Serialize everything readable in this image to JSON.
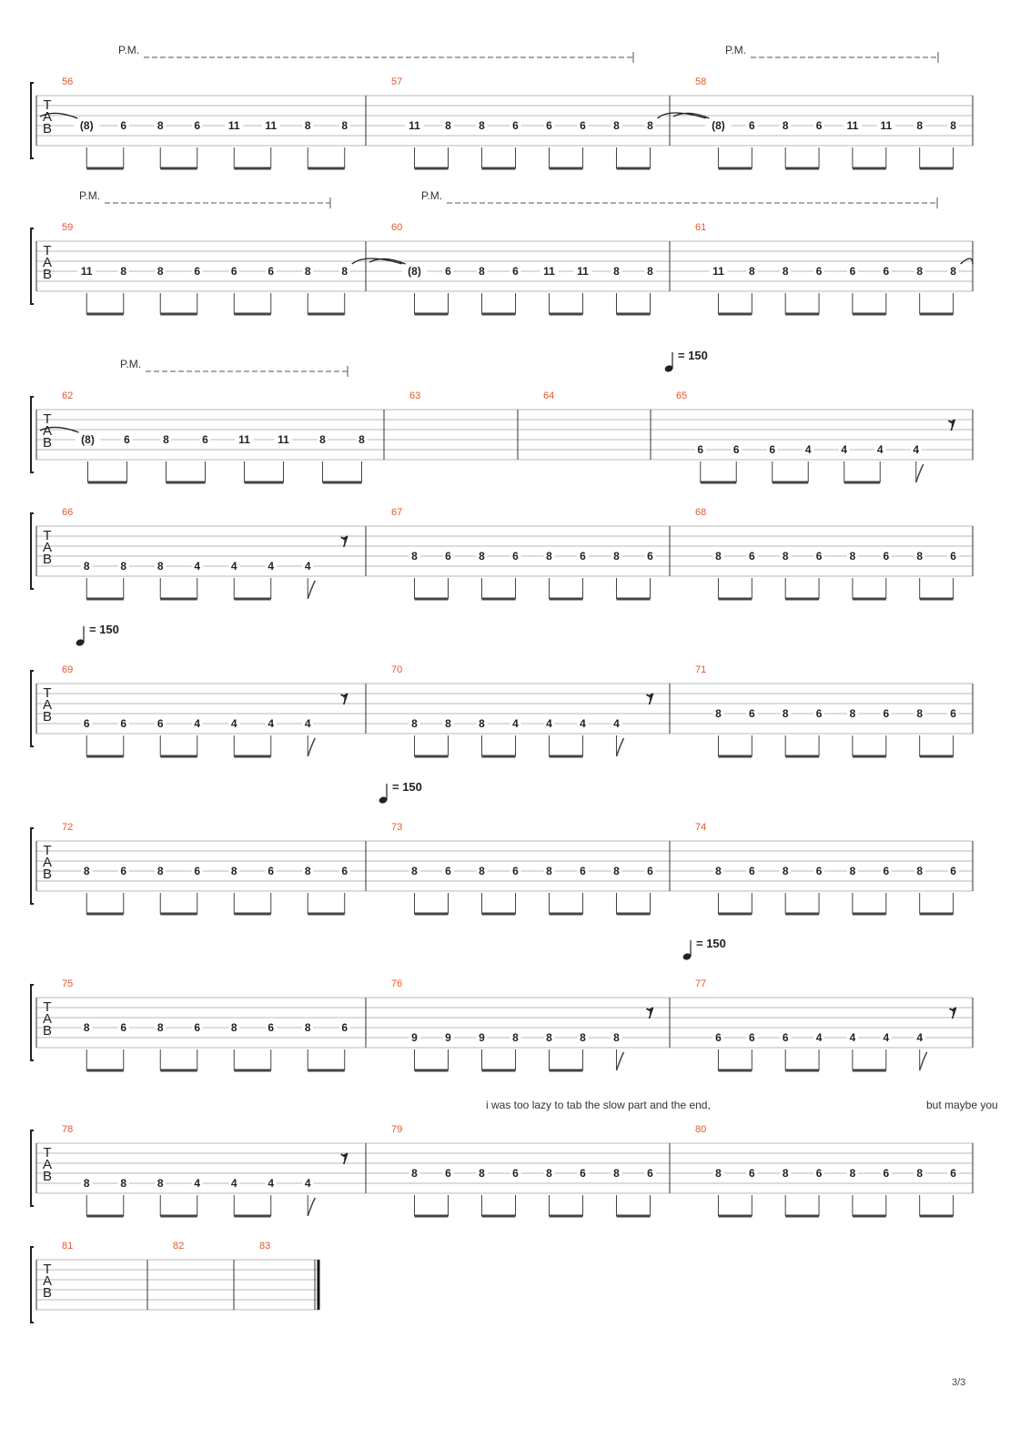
{
  "page": {
    "number": "3/3"
  },
  "labels": {
    "tab": [
      "T",
      "A",
      "B"
    ],
    "palm_mute": "P.M.",
    "tempo": "= 150"
  },
  "lyrics": [
    "i was too lazy to tab the slow part and the end,",
    "but maybe you"
  ],
  "colors": {
    "measure_number": "#e8562a",
    "text": "#222222",
    "staff_line": "#b8b8b8"
  },
  "systems": [
    {
      "measures": [
        {
          "number": "56",
          "notes": [
            "(8)",
            "6",
            "8",
            "6",
            "11",
            "11",
            "8",
            "8"
          ],
          "tie_in": true
        },
        {
          "number": "57",
          "notes": [
            "11",
            "8",
            "8",
            "6",
            "6",
            "6",
            "8",
            "8"
          ]
        },
        {
          "number": "58",
          "notes": [
            "(8)",
            "6",
            "8",
            "6",
            "11",
            "11",
            "8",
            "8"
          ]
        }
      ]
    },
    {
      "measures": [
        {
          "number": "59",
          "notes": [
            "11",
            "8",
            "8",
            "6",
            "6",
            "6",
            "8",
            "8"
          ]
        },
        {
          "number": "60",
          "notes": [
            "(8)",
            "6",
            "8",
            "6",
            "11",
            "11",
            "8",
            "8"
          ]
        },
        {
          "number": "61",
          "notes": [
            "11",
            "8",
            "8",
            "6",
            "6",
            "6",
            "8",
            "8"
          ]
        }
      ]
    },
    {
      "measures": [
        {
          "number": "62",
          "notes": [
            "(8)",
            "6",
            "8",
            "6",
            "11",
            "11",
            "8",
            "8"
          ],
          "tie_in": true
        },
        {
          "number": "63",
          "notes": []
        },
        {
          "number": "64",
          "notes": []
        },
        {
          "number": "65",
          "notes": [
            "6",
            "6",
            "6",
            "4",
            "4",
            "4",
            "4"
          ],
          "rest": true,
          "tempo": "150"
        }
      ]
    },
    {
      "measures": [
        {
          "number": "66",
          "notes": [
            "8",
            "8",
            "8",
            "4",
            "4",
            "4",
            "4"
          ],
          "rest": true
        },
        {
          "number": "67",
          "notes": [
            "8",
            "6",
            "8",
            "6",
            "8",
            "6",
            "8",
            "6"
          ]
        },
        {
          "number": "68",
          "notes": [
            "8",
            "6",
            "8",
            "6",
            "8",
            "6",
            "8",
            "6"
          ]
        }
      ]
    },
    {
      "measures": [
        {
          "number": "69",
          "notes": [
            "6",
            "6",
            "6",
            "4",
            "4",
            "4",
            "4"
          ],
          "rest": true,
          "tempo": "150"
        },
        {
          "number": "70",
          "notes": [
            "8",
            "8",
            "8",
            "4",
            "4",
            "4",
            "4"
          ],
          "rest": true
        },
        {
          "number": "71",
          "notes": [
            "8",
            "6",
            "8",
            "6",
            "8",
            "6",
            "8",
            "6"
          ]
        }
      ]
    },
    {
      "measures": [
        {
          "number": "72",
          "notes": [
            "8",
            "6",
            "8",
            "6",
            "8",
            "6",
            "8",
            "6"
          ]
        },
        {
          "number": "73",
          "notes": [
            "8",
            "6",
            "8",
            "6",
            "8",
            "6",
            "8",
            "6"
          ],
          "tempo": "150"
        },
        {
          "number": "74",
          "notes": [
            "8",
            "6",
            "8",
            "6",
            "8",
            "6",
            "8",
            "6"
          ]
        }
      ]
    },
    {
      "measures": [
        {
          "number": "75",
          "notes": [
            "8",
            "6",
            "8",
            "6",
            "8",
            "6",
            "8",
            "6"
          ]
        },
        {
          "number": "76",
          "notes": [
            "9",
            "9",
            "9",
            "8",
            "8",
            "8",
            "8"
          ],
          "rest": true
        },
        {
          "number": "77",
          "notes": [
            "6",
            "6",
            "6",
            "4",
            "4",
            "4",
            "4"
          ],
          "rest": true,
          "tempo": "150"
        }
      ]
    },
    {
      "measures": [
        {
          "number": "78",
          "notes": [
            "8",
            "8",
            "8",
            "4",
            "4",
            "4",
            "4"
          ],
          "rest": true
        },
        {
          "number": "79",
          "notes": [
            "8",
            "6",
            "8",
            "6",
            "8",
            "6",
            "8",
            "6"
          ]
        },
        {
          "number": "80",
          "notes": [
            "8",
            "6",
            "8",
            "6",
            "8",
            "6",
            "8",
            "6"
          ]
        }
      ]
    },
    {
      "measures": [
        {
          "number": "81",
          "notes": []
        },
        {
          "number": "82",
          "notes": []
        },
        {
          "number": "83",
          "notes": [],
          "final": true
        }
      ]
    }
  ]
}
